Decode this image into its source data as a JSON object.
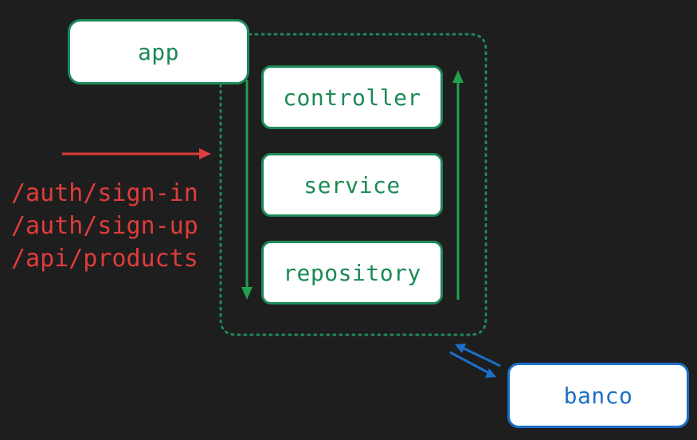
{
  "diagram": {
    "nodes": {
      "app": "app",
      "controller": "controller",
      "service": "service",
      "repository": "repository",
      "banco": "banco"
    },
    "routes": [
      "/auth/sign-in",
      "/auth/sign-up",
      "/api/products"
    ]
  },
  "colors": {
    "background": "#1e1e1e",
    "green": "#1e8a5a",
    "red": "#e03c3c",
    "blue": "#1b6fc8"
  },
  "icons": [
    "arrow-right-icon",
    "arrow-down-icon",
    "arrow-up-icon",
    "bidirectional-arrow-icon"
  ]
}
